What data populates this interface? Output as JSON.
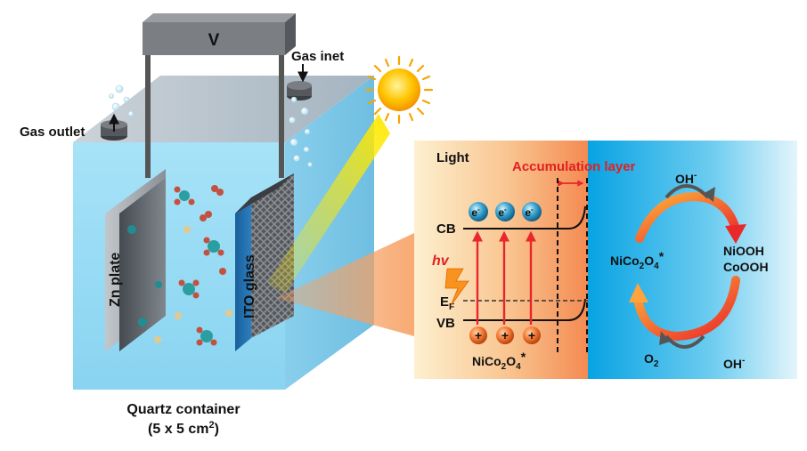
{
  "labels": {
    "voltmeter": "V",
    "gas_inlet": "Gas inet",
    "gas_outlet": "Gas outlet",
    "zn_plate": "Zn plate",
    "ito_glass": "ITO glass",
    "container_title": "Quartz container",
    "container_size": "(5 x 5 cm",
    "container_size_sup": "2",
    "container_size_close": ")",
    "light": "Light",
    "accumulation": "Accumulation layer",
    "cb": "CB",
    "vb": "VB",
    "ef": "E",
    "ef_sub": "F",
    "hv": "hv",
    "electron": "e",
    "electron_sup": "-",
    "hole": "+",
    "material_main": "NiCo",
    "material_sub": "2",
    "material_o": "O",
    "material_o_sub": "4",
    "material_star": "*",
    "oh_top": "OH",
    "oh_top_sup": "-",
    "niooh": "NiOOH",
    "coooh": "CoOOH",
    "o2": "O",
    "o2_sub": "2",
    "oh_bottom": "OH",
    "oh_bottom_sup": "-"
  },
  "colors": {
    "water": "#8ad8f4",
    "panel_light": "#fde8c4",
    "panel_orange": "#f5925a",
    "panel_blue": "#12a9e6",
    "arrow_red": "#e8262b",
    "accent_red": "#e02020"
  },
  "icons": [
    "sun-icon",
    "lightning-icon",
    "bubble-icon"
  ]
}
